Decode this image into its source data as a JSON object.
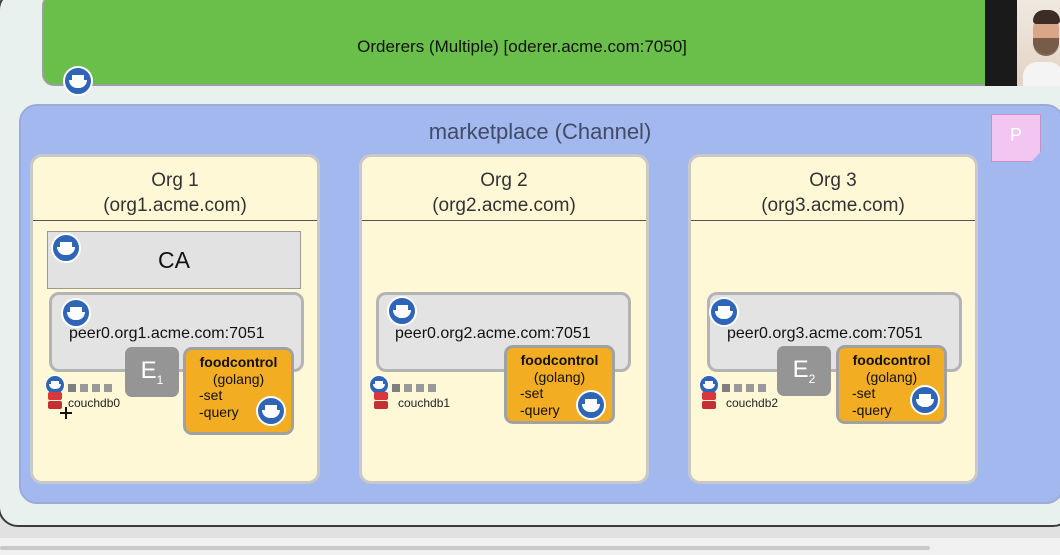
{
  "orderer": {
    "label": "Orderers (Multiple) [oderer.acme.com:7050]"
  },
  "channel": {
    "title": "marketplace (Channel)",
    "policy_note": "P"
  },
  "orgs": [
    {
      "name": "Org 1",
      "domain": "(org1.acme.com)",
      "ca": "CA",
      "peer": "peer0.org1.acme.com:7051",
      "endorser": {
        "letter": "E",
        "sub": "1"
      },
      "chaincode": {
        "name": "foodcontrol",
        "lang": "(golang)",
        "functions": [
          "-set",
          "-query"
        ]
      },
      "couchdb": "couchdb0"
    },
    {
      "name": "Org 2",
      "domain": "(org2.acme.com)",
      "peer": "peer0.org2.acme.com:7051",
      "chaincode": {
        "name": "foodcontrol",
        "lang": "(golang)",
        "functions": [
          "-set",
          "-query"
        ]
      },
      "couchdb": "couchdb1"
    },
    {
      "name": "Org 3",
      "domain": "(org3.acme.com)",
      "peer": "peer0.org3.acme.com:7051",
      "endorser": {
        "letter": "E",
        "sub": "2"
      },
      "chaincode": {
        "name": "foodcontrol",
        "lang": "(golang)",
        "functions": [
          "-set",
          "-query"
        ]
      },
      "couchdb": "couchdb2"
    }
  ],
  "icons": {
    "container": "docker-icon",
    "database": "couchdb-icon"
  },
  "colors": {
    "orderer": "#6abf4b",
    "channel": "#a3b8ee",
    "org": "#fff8d7",
    "chaincode": "#f2ad22",
    "docker": "#2f65b7"
  }
}
